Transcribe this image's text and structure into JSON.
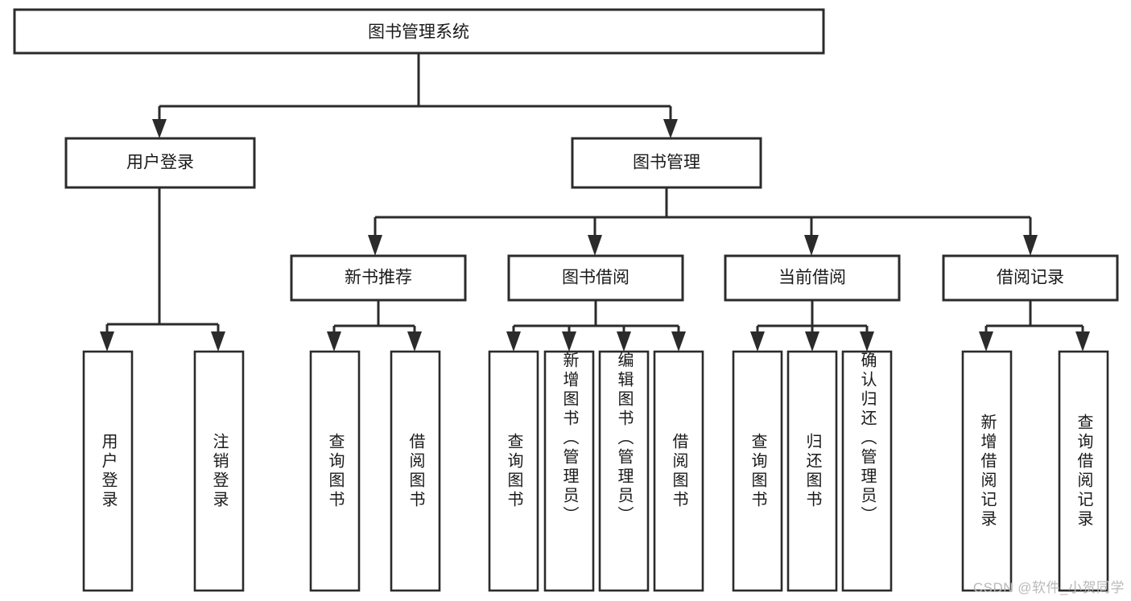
{
  "diagram": {
    "type": "tree-hierarchy",
    "title": "图书管理系统",
    "root": {
      "id": "root",
      "label": "图书管理系统",
      "orientation": "horizontal"
    },
    "level2": [
      {
        "id": "user-login",
        "label": "用户登录",
        "orientation": "horizontal"
      },
      {
        "id": "book-manage",
        "label": "图书管理",
        "orientation": "horizontal"
      }
    ],
    "level3": [
      {
        "id": "new-book-rec",
        "label": "新书推荐",
        "orientation": "horizontal",
        "parent": "book-manage"
      },
      {
        "id": "book-borrow",
        "label": "图书借阅",
        "orientation": "horizontal",
        "parent": "book-manage"
      },
      {
        "id": "current-borrow",
        "label": "当前借阅",
        "orientation": "horizontal",
        "parent": "book-manage"
      },
      {
        "id": "borrow-record",
        "label": "借阅记录",
        "orientation": "horizontal",
        "parent": "book-manage"
      }
    ],
    "leaves": [
      {
        "id": "leaf-user-login",
        "label": "用户登录",
        "orientation": "vertical",
        "parent": "user-login"
      },
      {
        "id": "leaf-user-logout",
        "label": "注销登录",
        "orientation": "vertical",
        "parent": "user-login"
      },
      {
        "id": "leaf-query-book-1",
        "label": "查询图书",
        "orientation": "vertical",
        "parent": "new-book-rec"
      },
      {
        "id": "leaf-borrow-book-1",
        "label": "借阅图书",
        "orientation": "vertical",
        "parent": "new-book-rec"
      },
      {
        "id": "leaf-query-book-2",
        "label": "查询图书",
        "orientation": "vertical",
        "parent": "book-borrow"
      },
      {
        "id": "leaf-add-book",
        "label": "新增图书（管理员）",
        "orientation": "vertical",
        "parent": "book-borrow"
      },
      {
        "id": "leaf-edit-book",
        "label": "编辑图书（管理员）",
        "orientation": "vertical",
        "parent": "book-borrow"
      },
      {
        "id": "leaf-borrow-book-2",
        "label": "借阅图书",
        "orientation": "vertical",
        "parent": "book-borrow"
      },
      {
        "id": "leaf-query-book-3",
        "label": "查询图书",
        "orientation": "vertical",
        "parent": "current-borrow"
      },
      {
        "id": "leaf-return-book",
        "label": "归还图书",
        "orientation": "vertical",
        "parent": "current-borrow"
      },
      {
        "id": "leaf-confirm-return",
        "label": "确认归还（管理员）",
        "orientation": "vertical",
        "parent": "current-borrow"
      },
      {
        "id": "leaf-add-record",
        "label": "新增借阅记录",
        "orientation": "vertical",
        "parent": "borrow-record"
      },
      {
        "id": "leaf-query-record",
        "label": "查询借阅记录",
        "orientation": "vertical",
        "parent": "borrow-record"
      }
    ]
  },
  "watermark": {
    "text": "CSDN @软件_小贺同学"
  },
  "colors": {
    "stroke": "#2b2b2b",
    "fill": "#ffffff",
    "text": "#1a1a1a",
    "watermark": "#b9b9b9"
  }
}
